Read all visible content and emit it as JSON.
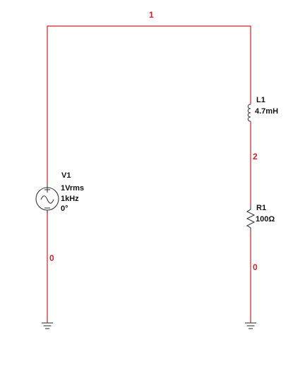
{
  "schematic": {
    "nets": {
      "top": "1",
      "mid": "2",
      "gnd_left": "0",
      "gnd_right": "0"
    },
    "source": {
      "ref": "V1",
      "amplitude": "1Vrms",
      "frequency": "1kHz",
      "phase": "0°"
    },
    "inductor": {
      "ref": "L1",
      "value": "4.7mH"
    },
    "resistor": {
      "ref": "R1",
      "value": "100Ω"
    }
  },
  "colors": {
    "wire": "#d61f26",
    "symbol": "#3a3a3a",
    "label": "#111111"
  }
}
